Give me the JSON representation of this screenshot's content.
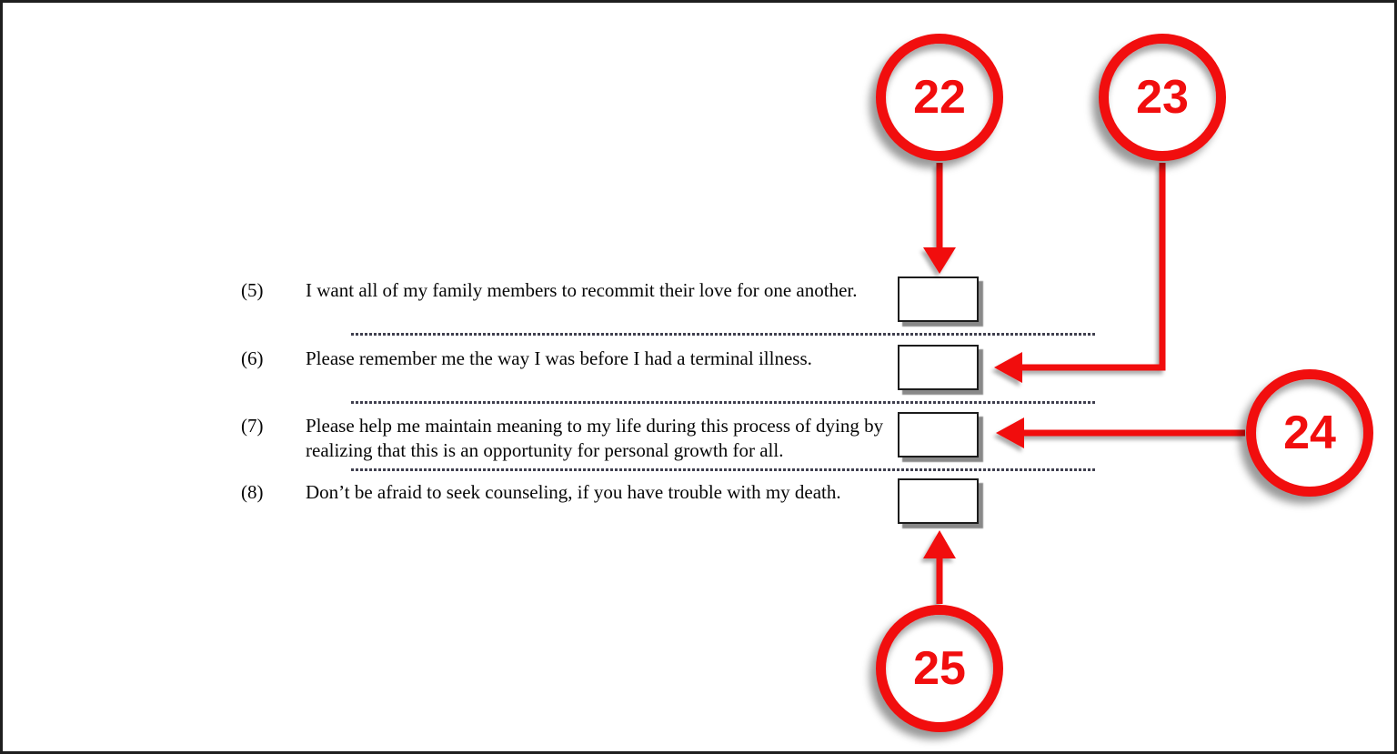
{
  "document": {
    "items": [
      {
        "number": "(5)",
        "text": "I want all of my family members to recommit their love for one another."
      },
      {
        "number": "(6)",
        "text": "Please remember me the way I was before I had a terminal illness."
      },
      {
        "number": "(7)",
        "text": "Please help me maintain meaning to my life during this process of dying by realizing that this is an opportunity for personal growth for all."
      },
      {
        "number": "(8)",
        "text": "Don’t be afraid to seek counseling, if you have trouble with my death."
      }
    ]
  },
  "annotations": {
    "badges": [
      {
        "label": "22",
        "points_to": "answer-box-item-5"
      },
      {
        "label": "23",
        "points_to": "answer-box-item-6"
      },
      {
        "label": "24",
        "points_to": "answer-box-item-7"
      },
      {
        "label": "25",
        "points_to": "answer-box-item-8"
      }
    ]
  },
  "colors": {
    "annotation_red": "#f10e0e",
    "text": "#060606",
    "box_border": "#1c1c1c",
    "divider": "#40404f",
    "page_border": "#1f1f1f",
    "background": "#ffffff"
  }
}
